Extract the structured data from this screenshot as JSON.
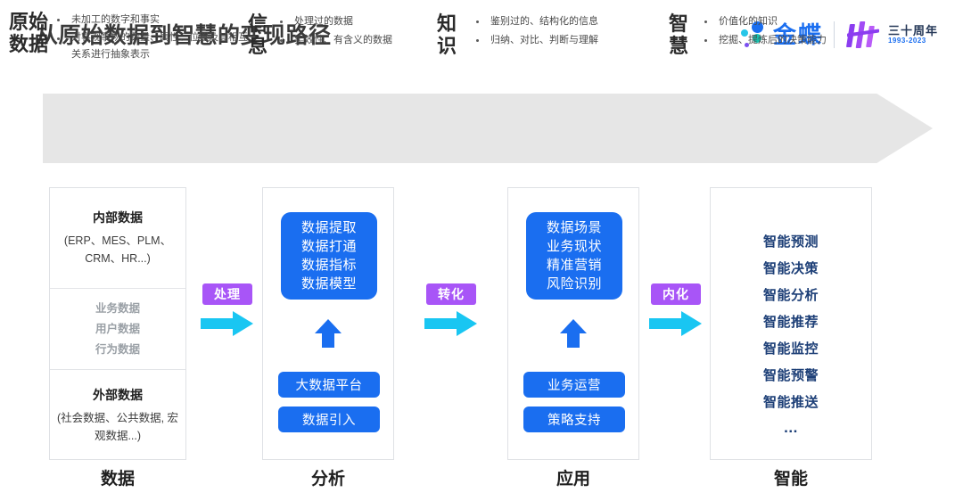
{
  "header": {
    "title": "从原始数据到智慧的变现路径",
    "brand_name": "金蝶",
    "anniversary_main": "三十周年",
    "anniversary_years": "1993-2023"
  },
  "banner": {
    "stages": [
      {
        "title_line1": "原始",
        "title_line2": "数据",
        "bullets": [
          "未加工的数字和事实",
          "对客观事物的数量、属性、位置及其相互关系进行抽象表示"
        ]
      },
      {
        "title_line1": "信",
        "title_line2": "息",
        "bullets": [
          "处理过的数据",
          "实效性、有含义的数据"
        ]
      },
      {
        "title_line1": "知",
        "title_line2": "识",
        "bullets": [
          "鉴别过的、结构化的信息",
          "归纳、对比、判断与理解"
        ]
      },
      {
        "title_line1": "智",
        "title_line2": "慧",
        "bullets": [
          "价值化的知识",
          "挖掘、提炼后的决策能力"
        ]
      }
    ]
  },
  "columns": [
    {
      "label": "数据",
      "internal_heading": "内部数据",
      "internal_sub": "(ERP、MES、PLM、CRM、HR...)",
      "middle_items": [
        "业务数据",
        "用户数据",
        "行为数据"
      ],
      "external_heading": "外部数据",
      "external_sub": "(社会数据、公共数据, 宏观数据...)"
    },
    {
      "label": "分析",
      "main_box": [
        "数据提取",
        "数据打通",
        "数据指标",
        "数据模型"
      ],
      "pills": [
        "大数据平台",
        "数据引入"
      ]
    },
    {
      "label": "应用",
      "main_box": [
        "数据场景",
        "业务现状",
        "精准营销",
        "风险识别"
      ],
      "pills": [
        "业务运营",
        "策略支持"
      ]
    },
    {
      "label": "智能",
      "items": [
        "智能预测",
        "智能决策",
        "智能分析",
        "智能推荐",
        "智能监控",
        "智能预警",
        "智能推送",
        "..."
      ]
    }
  ],
  "connectors": [
    {
      "label": "处理"
    },
    {
      "label": "转化"
    },
    {
      "label": "内化"
    }
  ],
  "colors": {
    "blue": "#1a6ef0",
    "cyan_arrow": "#19c6f2",
    "purple_label": "#a855f7",
    "banner_gray": "#e6e6e6",
    "navy_text": "#1d3f77",
    "gray_text": "#9aa0a6"
  }
}
